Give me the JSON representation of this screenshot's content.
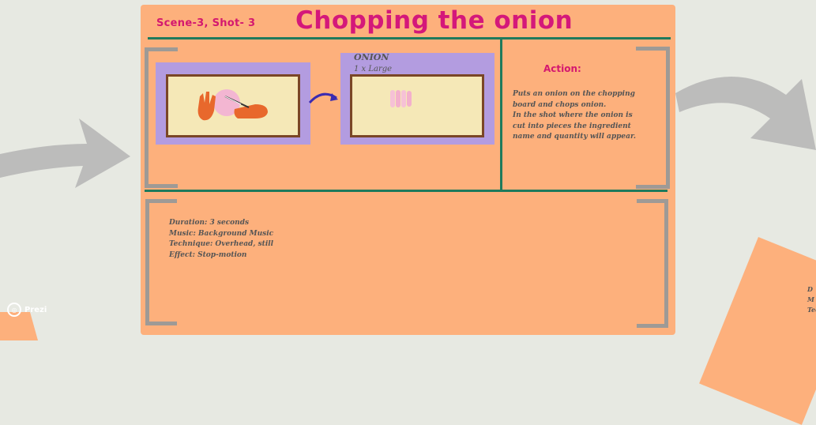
{
  "scene_label": "Scene-3, Shot- 3",
  "title": "Chopping the onion",
  "ingredient": {
    "name": "ONION",
    "quantity": "1 x Large"
  },
  "action": {
    "title": "Action:",
    "text": "Puts an onion on the chopping board and chops onion.\n In the shot where the onion is cut into pieces the ingredient name and quantity will appear."
  },
  "details": {
    "duration": "Duration: 3 seconds",
    "music": "Music: Background Music",
    "technique": "Technique: Overhead, still",
    "effect": "Effect: Stop-motion"
  },
  "peek_text": {
    "line1": "D",
    "line2": "M",
    "line3": "Tec"
  },
  "watermark": "Prezi",
  "colors": {
    "background": "#e7e9e2",
    "card": "#fdb07c",
    "accent_pink": "#d4186f",
    "divider_green": "#1f7a5c",
    "bracket_grey": "#9e9a96",
    "panel_purple": "#b39ce0",
    "frame_fill": "#f5e8b7",
    "frame_border": "#7a4626"
  },
  "icons": [
    "left-curved-arrow-icon",
    "right-curved-arrow-icon",
    "hands-with-knife-icon",
    "chopped-onion-icon",
    "transition-arrow-icon",
    "prezi-logo-icon"
  ]
}
